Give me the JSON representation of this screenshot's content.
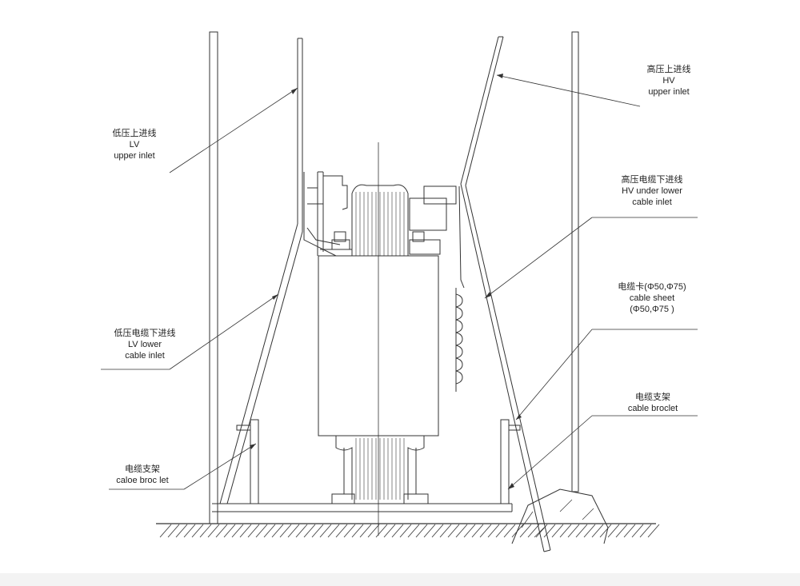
{
  "colors": {
    "line": "#333333",
    "background": "#ffffff",
    "strip": "#f3f3f3"
  },
  "labels": {
    "lv_upper": {
      "cn": "低压上进线",
      "en1": "LV",
      "en2": "upper inlet"
    },
    "hv_upper": {
      "cn": "高压上进线",
      "en1": "HV",
      "en2": "upper inlet"
    },
    "hv_lower": {
      "cn": "高压电缆下进线",
      "en1": "HV under lower",
      "en2": "cable inlet"
    },
    "cable_sheet": {
      "cn": "电缆卡(Φ50,Φ75)",
      "en1": "cable sheet",
      "en2": "(Φ50,Φ75 )"
    },
    "lv_lower": {
      "cn": "低压电缆下进线",
      "en1": "LV lower",
      "en2": "cable inlet"
    },
    "bracket_right": {
      "cn": "电缆支架",
      "en1": "cable broclet"
    },
    "bracket_left": {
      "cn": "电缆支架",
      "en1": "caloe broc let"
    }
  }
}
